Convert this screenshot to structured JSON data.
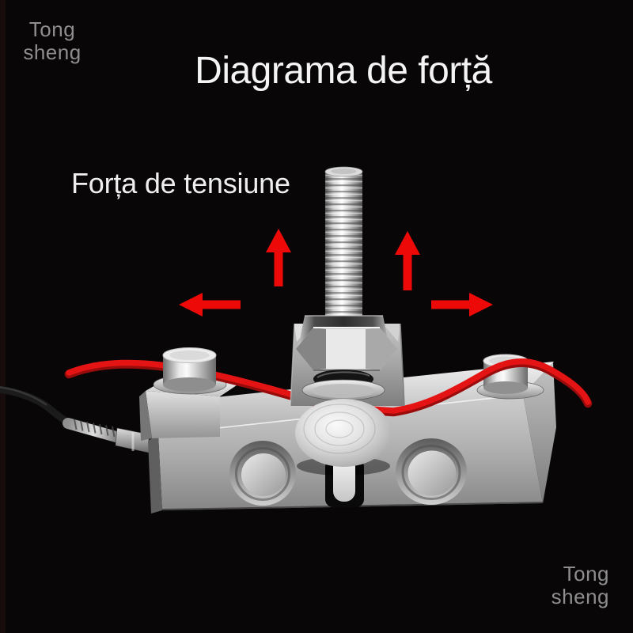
{
  "colors": {
    "background": "#080606",
    "edge_shade": "#180b0b",
    "title_text": "#f4f4f4",
    "label_text": "#efefef",
    "watermark": "#8e8e8e",
    "arrow": "#ee0909",
    "wire": "#e51414"
  },
  "title": {
    "text": "Diagrama de forță"
  },
  "annotations": {
    "tension_label": "Forța de tensiune"
  },
  "watermarks": {
    "top_left": {
      "line1": "Tong",
      "line2": "sheng"
    },
    "bottom_right": {
      "line1": "Tong",
      "line2": "sheng"
    }
  },
  "arrows": {
    "up_left": "arrow-up",
    "up_right": "arrow-up",
    "left": "arrow-left",
    "right": "arrow-right"
  },
  "figure": {
    "subject": "load-cell-sensor-with-threaded-stud",
    "parts": [
      "threaded-stud",
      "lock-collar",
      "hex-nut",
      "rubber-seal-ring",
      "washer",
      "load-dome",
      "sensor-beam",
      "recessed-disc-left",
      "recessed-disc-right",
      "mounting-bolt-left",
      "mounting-bolt-right",
      "red-signal-wire",
      "black-signal-cable",
      "cable-spring-connector"
    ]
  }
}
